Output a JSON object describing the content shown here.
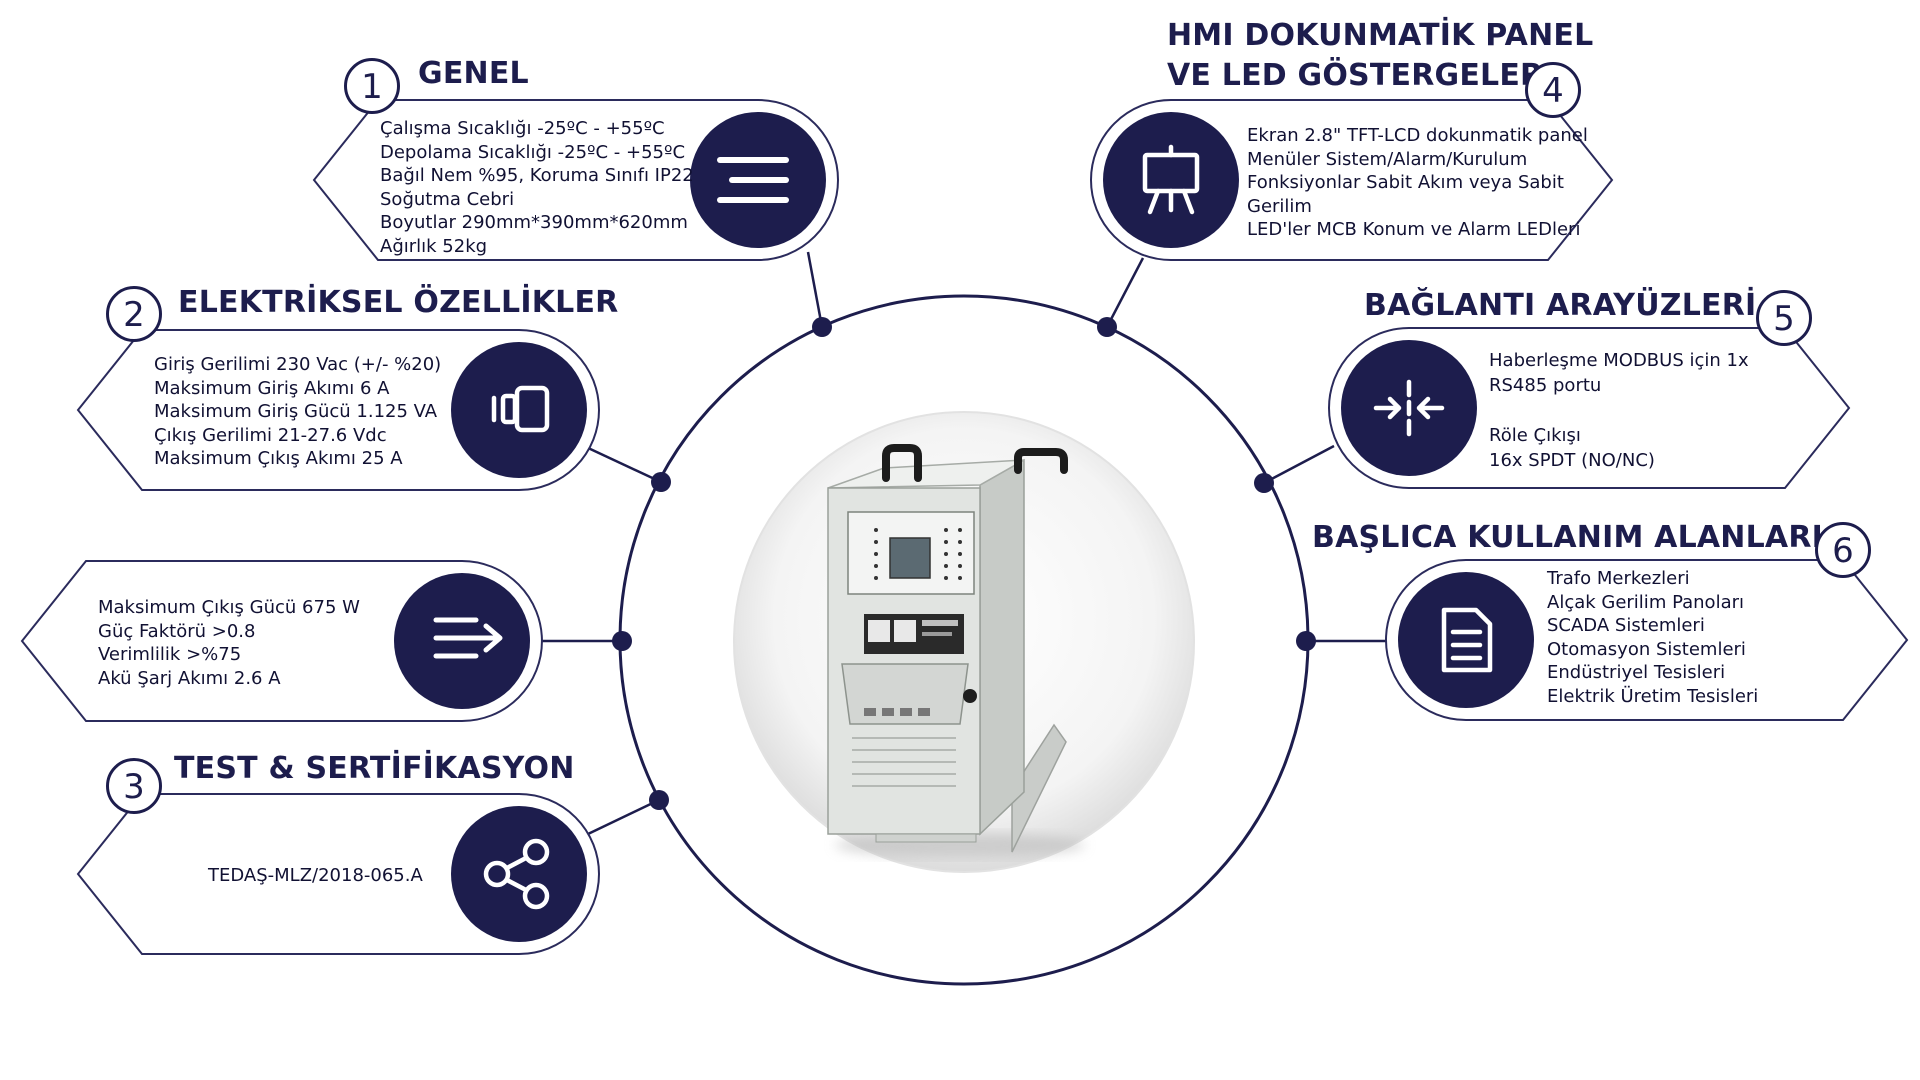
{
  "colors": {
    "navy": "#1d1d4d",
    "pill_border": "#2b2b5c",
    "device_body": "#dfe2df",
    "photo_bg": "#f0f0f0"
  },
  "sections": {
    "genel": {
      "number": "1",
      "title": "GENEL",
      "icon": "menu-lines-icon",
      "lines": [
        "Çalışma Sıcaklığı -25ºC - +55ºC",
        "Depolama Sıcaklığı -25ºC - +55ºC",
        "Bağıl Nem %95, Koruma Sınıfı IP22",
        "Soğutma Cebri",
        "Boyutlar 290mm*390mm*620mm",
        "Ağırlık 52kg"
      ]
    },
    "elektrik": {
      "number": "2",
      "title": "ELEKTRİKSEL ÖZELLİKLER",
      "icon": "vibrate-device-icon",
      "lines": [
        "Giriş Gerilimi 230 Vac (+/- %20)",
        "Maksimum Giriş Akımı 6 A",
        "Maksimum Giriş Gücü 1.125 VA",
        "Çıkış Gerilimi 21-27.6 Vdc",
        "Maksimum Çıkış Akımı 25 A"
      ]
    },
    "cikis": {
      "icon": "lines-arrow-right-icon",
      "lines": [
        "Maksimum Çıkış Gücü 675 W",
        "Güç Faktörü >0.8",
        "Verimlilik >%75",
        "Akü Şarj Akımı 2.6 A"
      ]
    },
    "test": {
      "number": "3",
      "title": "TEST & SERTİFİKASYON",
      "icon": "share-nodes-icon",
      "lines": [
        "TEDAŞ-MLZ/2018-065.A"
      ]
    },
    "hmi": {
      "number": "4",
      "title_line1": "HMI DOKUNMATİK PANEL",
      "title_line2": "VE LED GÖSTERGELER",
      "icon": "presentation-board-icon",
      "lines": [
        "Ekran 2.8\" TFT-LCD dokunmatik panel",
        "Menüler Sistem/Alarm/Kurulum",
        "Fonksiyonlar Sabit Akım veya Sabit",
        "Gerilim",
        "LED'ler MCB Konum ve Alarm LEDleri"
      ]
    },
    "baglanti": {
      "number": "5",
      "title": "BAĞLANTI ARAYÜZLERİ",
      "icon": "compress-arrows-icon",
      "lines": [
        "Haberleşme MODBUS için 1x",
        "RS485 portu",
        "",
        "Röle Çıkışı",
        "16x SPDT (NO/NC)"
      ]
    },
    "kullanim": {
      "number": "6",
      "title": "BAŞLICA KULLANIM ALANLARI",
      "icon": "document-icon",
      "lines": [
        "Trafo Merkezleri",
        "Alçak Gerilim Panoları",
        "SCADA Sistemleri",
        "Otomasyon Sistemleri",
        "Endüstriyel Tesisleri",
        "Elektrik Üretim Tesisleri"
      ]
    }
  }
}
